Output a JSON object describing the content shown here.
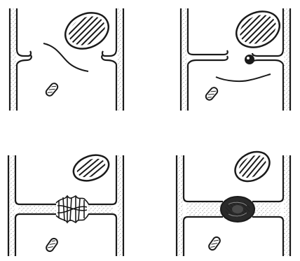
{
  "figure": {
    "panels": [
      {
        "id": "panel-1"
      },
      {
        "id": "panel-2"
      },
      {
        "id": "panel-3"
      },
      {
        "id": "panel-4"
      }
    ],
    "colors": {
      "ink": "#1a1a1a",
      "background": "#ffffff",
      "stipple": "#5a5a5a"
    },
    "icons": [
      "organelle-striped-oval",
      "rod-particle",
      "thin-filament",
      "thickened-junction",
      "dense-plaque"
    ]
  }
}
